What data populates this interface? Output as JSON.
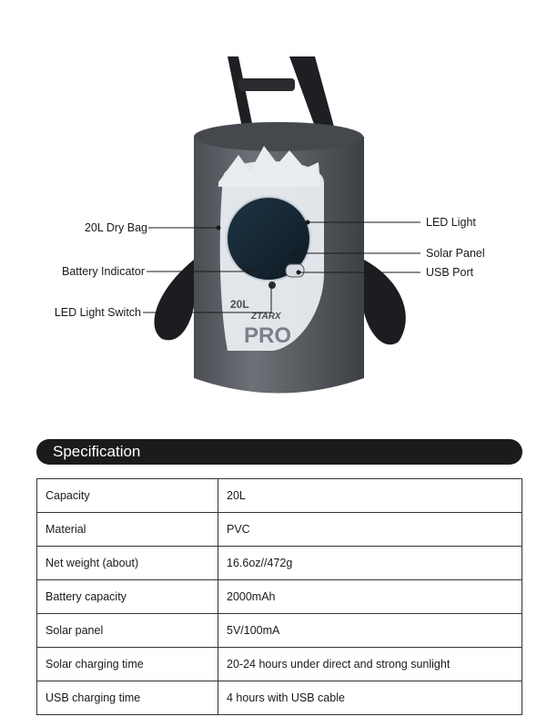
{
  "callouts": {
    "dry_bag": "20L Dry Bag",
    "battery_indicator": "Battery Indicator",
    "light_switch": "LED Light Switch",
    "led_light": "LED Light",
    "solar_panel": "Solar Panel",
    "usb_port": "USB Port"
  },
  "product_print": {
    "capacity_mark": "20L",
    "brand": "ZTARX",
    "model": "PRO"
  },
  "colors": {
    "bag": "#5a5d62",
    "panel": "#14232f",
    "header": "#1b1b1b"
  },
  "spec": {
    "title": "Specification",
    "rows": [
      {
        "label": "Capacity",
        "value": "20L"
      },
      {
        "label": "Material",
        "value": "PVC"
      },
      {
        "label": "Net weight (about)",
        "value": "16.6oz//472g"
      },
      {
        "label": "Battery capacity",
        "value": "2000mAh"
      },
      {
        "label": "Solar panel",
        "value": "5V/100mA"
      },
      {
        "label": "Solar charging time",
        "value": "20-24 hours under direct and strong sunlight"
      },
      {
        "label": "USB charging time",
        "value": "4 hours with USB cable"
      }
    ]
  }
}
